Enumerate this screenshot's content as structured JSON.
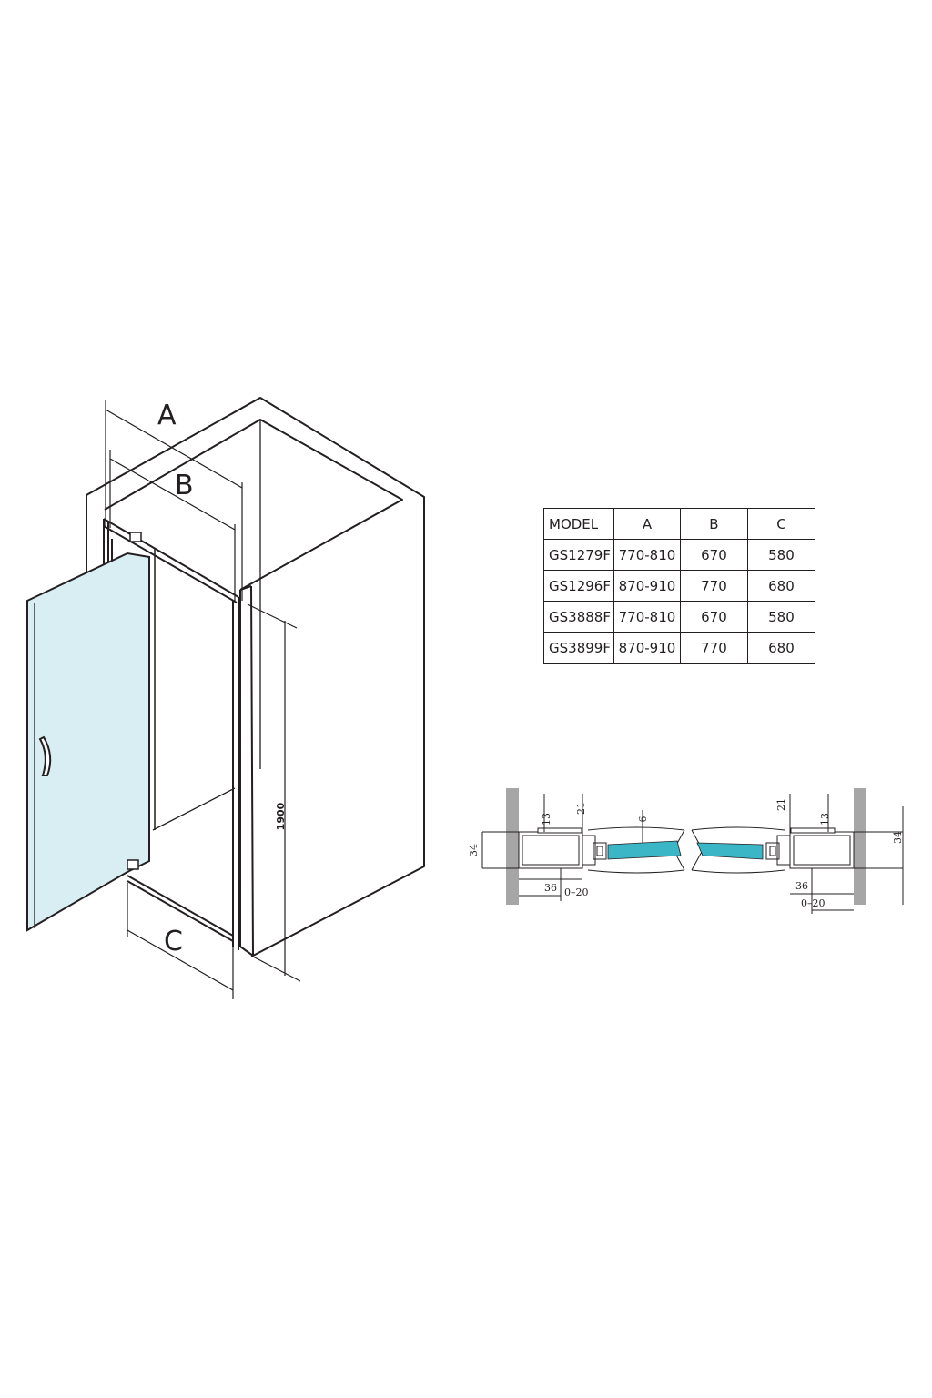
{
  "labels": {
    "dim_a": "A",
    "dim_b": "B",
    "dim_c": "C",
    "height": "1900"
  },
  "table": {
    "headers": [
      "MODEL",
      "A",
      "B",
      "C"
    ],
    "rows": [
      [
        "GS1279F",
        "770-810",
        "670",
        "580"
      ],
      [
        "GS1296F",
        "870-910",
        "770",
        "680"
      ],
      [
        "GS3888F",
        "770-810",
        "670",
        "580"
      ],
      [
        "GS3899F",
        "870-910",
        "770",
        "680"
      ]
    ]
  },
  "profile": {
    "left": {
      "d34": "34",
      "d13": "13",
      "d21": "21",
      "d6": "6",
      "d36": "36",
      "d020": "0–20"
    },
    "right": {
      "d34": "34",
      "d13": "13",
      "d21": "21",
      "d36": "36",
      "d020": "0–20"
    }
  },
  "colors": {
    "line": "#231f20",
    "glass": "#d9eef3",
    "glass_section": "#3ab6c7",
    "wall_hatch": "#a6a6a6"
  }
}
